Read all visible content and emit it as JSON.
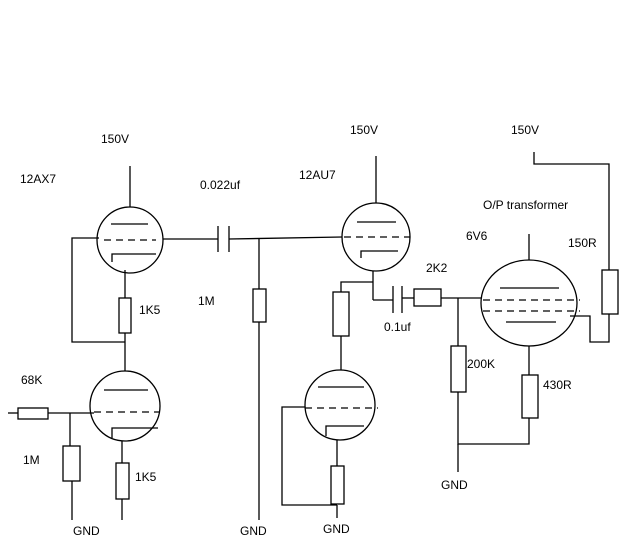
{
  "labels": {
    "v150_a": "150V",
    "v150_b": "150V",
    "v150_c": "150V",
    "tube_12ax7": "12AX7",
    "tube_12au7": "12AU7",
    "tube_6v6": "6V6",
    "cap_coupling": "0.022uf",
    "cap_grid": "0.1uf",
    "opt": "O/P transformer",
    "r_1k5_a": "1K5",
    "r_1k5_b": "1K5",
    "r_1m_a": "1M",
    "r_1m_b": "1M",
    "r_68k": "68K",
    "r_2k2": "2K2",
    "r_200k": "200K",
    "r_430r": "430R",
    "r_150r": "150R",
    "gnd_1": "GND",
    "gnd_2": "GND",
    "gnd_3": "GND",
    "gnd_4": "GND"
  }
}
